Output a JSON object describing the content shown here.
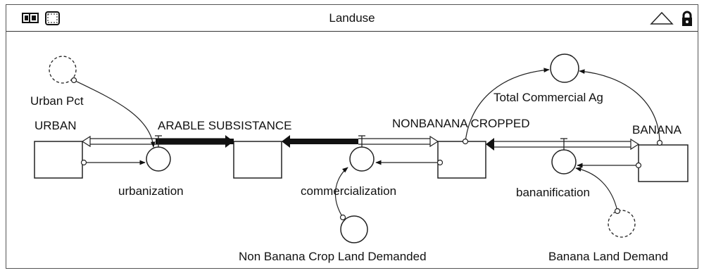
{
  "window": {
    "title": "Landuse",
    "icons": [
      "book-icon",
      "grid-icon",
      "triangle-icon",
      "lock-icon"
    ]
  },
  "diagram": {
    "stocks": {
      "urban": "URBAN",
      "arable_subsistance": "ARABLE SUBSISTANCE",
      "nonbanana_cropped": "NONBANANA CROPPED",
      "banana": "BANANA"
    },
    "flows": {
      "urbanization": "urbanization",
      "commercialization": "commercialization",
      "bananification": "bananification"
    },
    "converters": {
      "urban_pct": "Urban Pct",
      "total_commercial_ag": "Total Commercial Ag",
      "non_banana_crop_land_demanded": "Non Banana Crop Land Demanded",
      "banana_land_demand": "Banana Land Demand"
    }
  }
}
